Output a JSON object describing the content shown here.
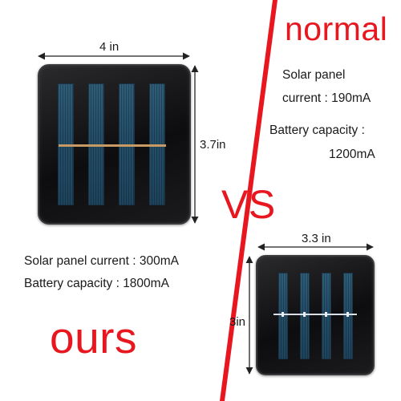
{
  "normal": {
    "heading": "normal",
    "solar_line1": "Solar panel",
    "solar_line2": "current : 190mA",
    "battery_line1": "Battery capacity :",
    "battery_line2": "1200mA",
    "width_label": "3.3 in",
    "height_label": "3in"
  },
  "versus": "VS",
  "ours": {
    "heading": "ours",
    "solar_line": "Solar panel current : 300mA",
    "battery_line": "Battery capacity : 1800mA",
    "width_label": "4 in",
    "height_label": "3.7in"
  },
  "colors": {
    "accent_red": "#e8171f",
    "cell_blue": "#244e69",
    "frame_black": "#0d0d0f",
    "busbar_copper": "#c89a63"
  },
  "icons": [
    "solar-panel-icon",
    "dimension-arrow-icon"
  ]
}
